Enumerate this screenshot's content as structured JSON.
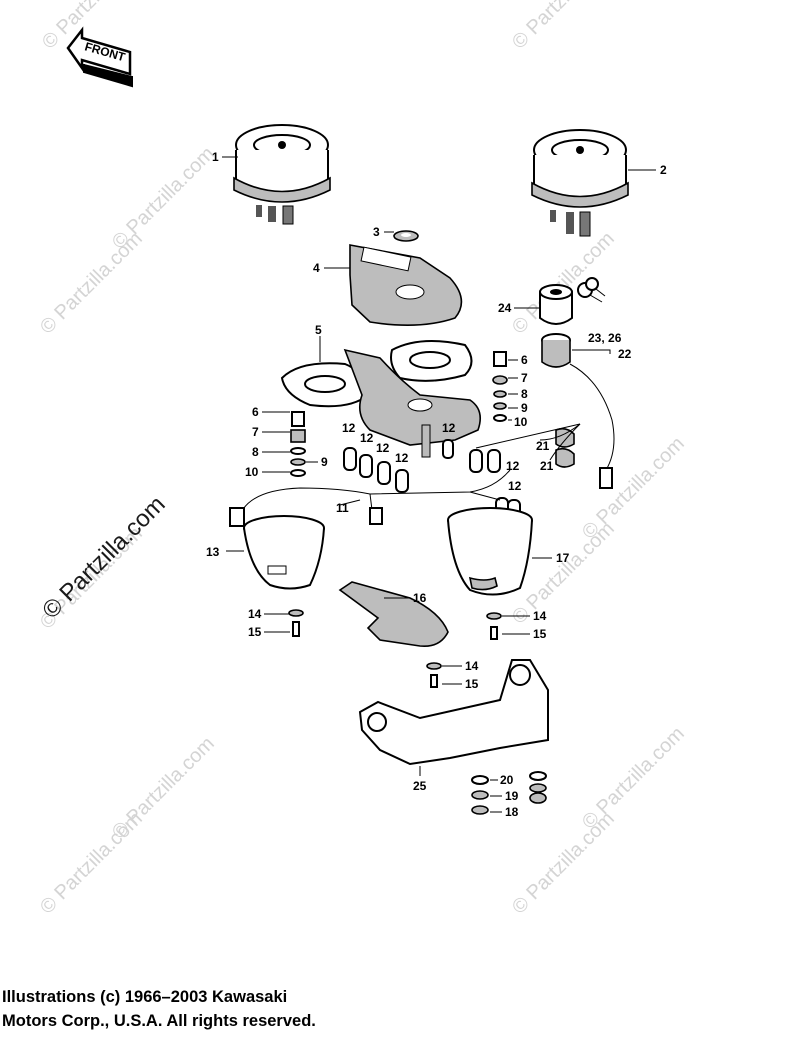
{
  "front_label": "FRONT",
  "watermarks": {
    "small": "© Partzilla.com",
    "big": "© Partzilla.com"
  },
  "callouts": [
    {
      "id": "c1",
      "text": "1"
    },
    {
      "id": "c2",
      "text": "2"
    },
    {
      "id": "c3",
      "text": "3"
    },
    {
      "id": "c4",
      "text": "4"
    },
    {
      "id": "c5",
      "text": "5"
    },
    {
      "id": "c6a",
      "text": "6"
    },
    {
      "id": "c6b",
      "text": "6"
    },
    {
      "id": "c7a",
      "text": "7"
    },
    {
      "id": "c7b",
      "text": "7"
    },
    {
      "id": "c8a",
      "text": "8"
    },
    {
      "id": "c8b",
      "text": "8"
    },
    {
      "id": "c9a",
      "text": "9"
    },
    {
      "id": "c9b",
      "text": "9"
    },
    {
      "id": "c10a",
      "text": "10"
    },
    {
      "id": "c10b",
      "text": "10"
    },
    {
      "id": "c11",
      "text": "11"
    },
    {
      "id": "c12a",
      "text": "12"
    },
    {
      "id": "c12b",
      "text": "12"
    },
    {
      "id": "c12c",
      "text": "12"
    },
    {
      "id": "c12d",
      "text": "12"
    },
    {
      "id": "c12e",
      "text": "12"
    },
    {
      "id": "c12f",
      "text": "12"
    },
    {
      "id": "c12g",
      "text": "12"
    },
    {
      "id": "c13",
      "text": "13"
    },
    {
      "id": "c14a",
      "text": "14"
    },
    {
      "id": "c14b",
      "text": "14"
    },
    {
      "id": "c14c",
      "text": "14"
    },
    {
      "id": "c15a",
      "text": "15"
    },
    {
      "id": "c15b",
      "text": "15"
    },
    {
      "id": "c15c",
      "text": "15"
    },
    {
      "id": "c16",
      "text": "16"
    },
    {
      "id": "c17",
      "text": "17"
    },
    {
      "id": "c18",
      "text": "18"
    },
    {
      "id": "c19",
      "text": "19"
    },
    {
      "id": "c20",
      "text": "20"
    },
    {
      "id": "c21a",
      "text": "21"
    },
    {
      "id": "c21b",
      "text": "21"
    },
    {
      "id": "c22",
      "text": "22"
    },
    {
      "id": "c2326",
      "text": "23, 26"
    },
    {
      "id": "c24",
      "text": "24"
    },
    {
      "id": "c25",
      "text": "25"
    }
  ],
  "copyright": {
    "line1": "Illustrations (c) 1966–2003 Kawasaki",
    "line2": "Motors Corp., U.S.A.  All rights reserved."
  }
}
